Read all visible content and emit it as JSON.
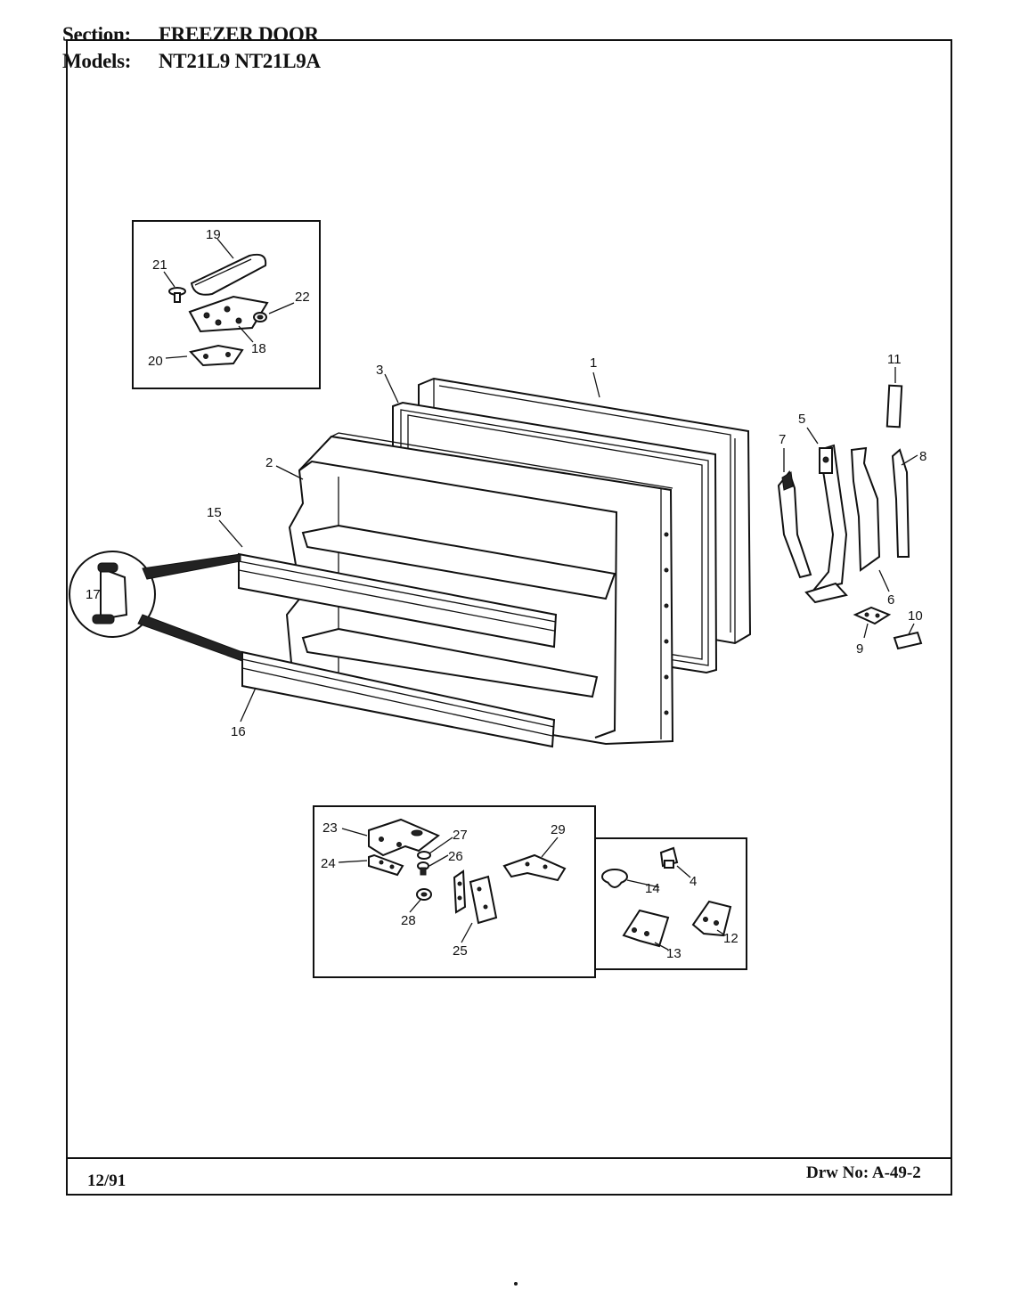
{
  "header": {
    "section_label": "Section:",
    "section_value": "FREEZER DOOR",
    "models_label": "Models:",
    "models_value": "NT21L9  NT21L9A"
  },
  "footer": {
    "date": "12/91",
    "drawing_number": "Drw No: A-49-2"
  },
  "callouts": {
    "c1": "1",
    "c2": "2",
    "c3": "3",
    "c4": "4",
    "c5": "5",
    "c6": "6",
    "c7": "7",
    "c8": "8",
    "c9": "9",
    "c10": "10",
    "c11": "11",
    "c12": "12",
    "c13": "13",
    "c14": "14",
    "c15": "15",
    "c16": "16",
    "c17": "17",
    "c18": "18",
    "c19": "19",
    "c20": "20",
    "c21": "21",
    "c22": "22",
    "c23": "23",
    "c24": "24",
    "c25": "25",
    "c26": "26",
    "c27": "27",
    "c28": "28",
    "c29": "29"
  }
}
